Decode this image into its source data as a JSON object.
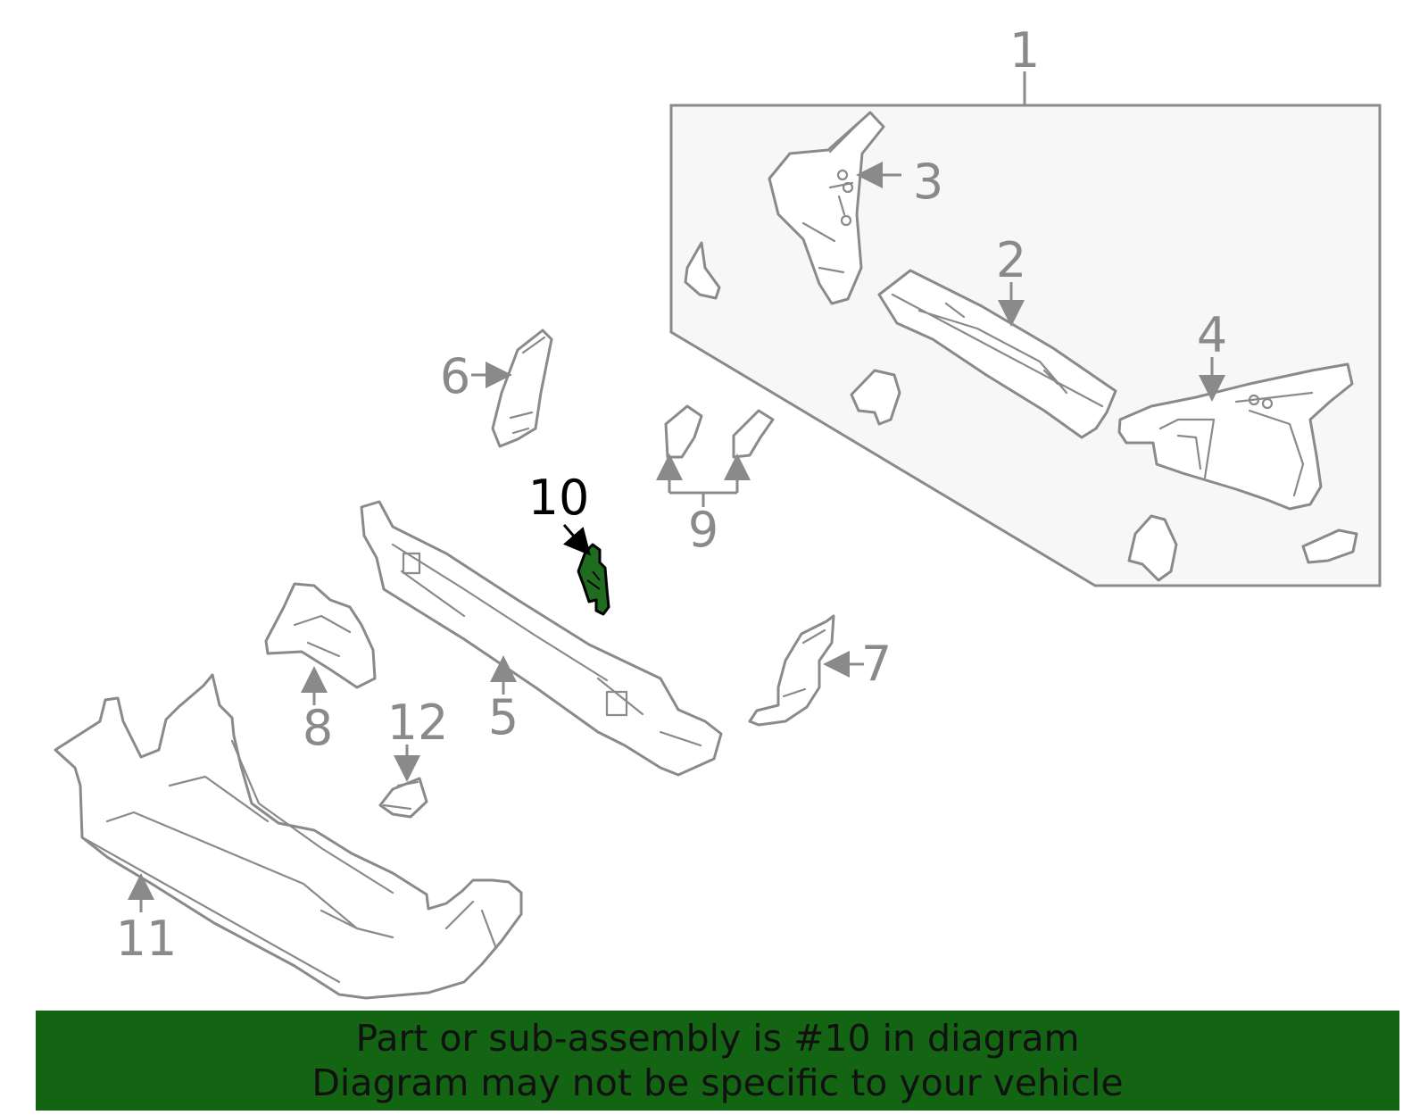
{
  "callouts": {
    "c1": "1",
    "c2": "2",
    "c3": "3",
    "c4": "4",
    "c5": "5",
    "c6": "6",
    "c7": "7",
    "c8": "8",
    "c9": "9",
    "c10": "10",
    "c11": "11",
    "c12": "12"
  },
  "highlight": {
    "part": "10",
    "color": "#1f6b1f"
  },
  "colors": {
    "line": "#8a8a8a",
    "banner_bg": "#136513",
    "inset_bg": "#f7f7f7"
  },
  "banner": {
    "line1": "Part or sub-assembly is #10 in diagram",
    "line2": "Diagram may not be specific to your vehicle"
  }
}
